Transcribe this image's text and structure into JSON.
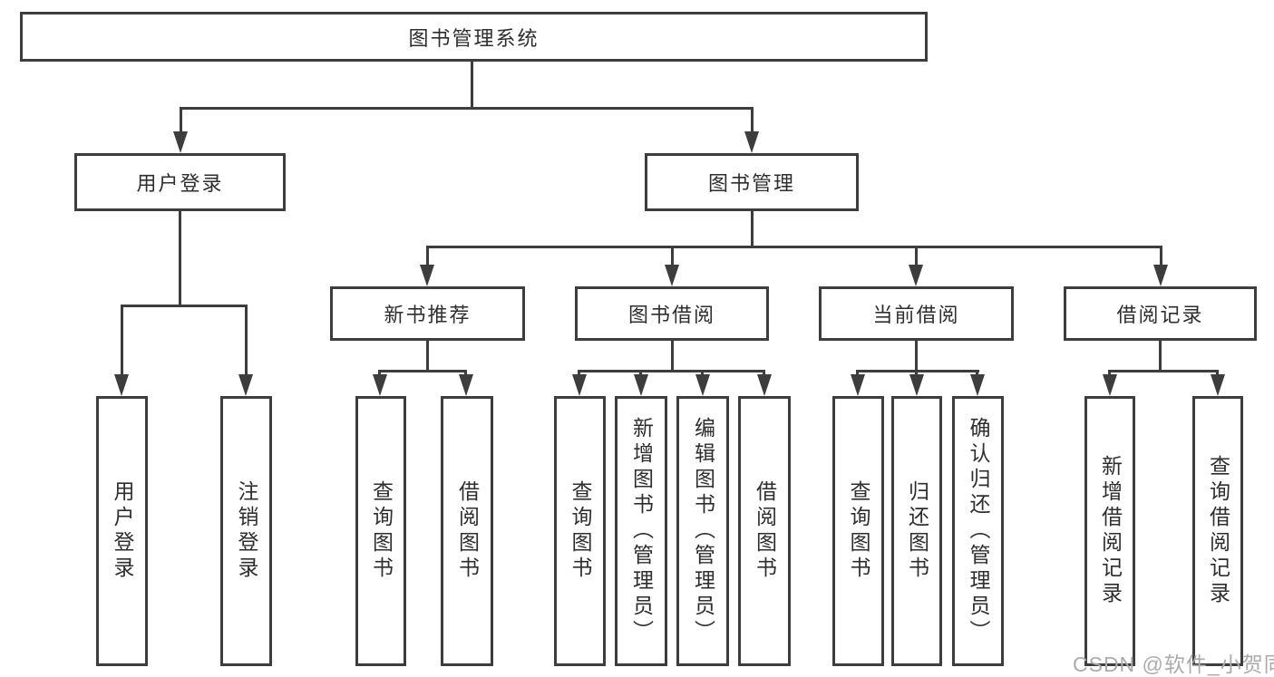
{
  "diagram": {
    "root": {
      "label": "图书管理系统"
    },
    "branches": [
      {
        "label": "用户登录",
        "children": [
          "用户登录",
          "注销登录"
        ]
      },
      {
        "label": "图书管理",
        "groups": [
          {
            "label": "新书推荐",
            "children": [
              "查询图书",
              "借阅图书"
            ]
          },
          {
            "label": "图书借阅",
            "children": [
              "查询图书",
              "新增图书（管理员）",
              "编辑图书（管理员）",
              "借阅图书"
            ]
          },
          {
            "label": "当前借阅",
            "children": [
              "查询图书",
              "归还图书",
              "确认归还（管理员）"
            ]
          },
          {
            "label": "借阅记录",
            "children": [
              "新增借阅记录",
              "查询借阅记录"
            ]
          }
        ]
      }
    ]
  },
  "watermark": {
    "text": "CSDN @软件_小贺同学"
  },
  "colors": {
    "line": "#3d3d3d",
    "text": "#2e2e2e",
    "watermark": "#ababab",
    "background": "#ffffff"
  }
}
